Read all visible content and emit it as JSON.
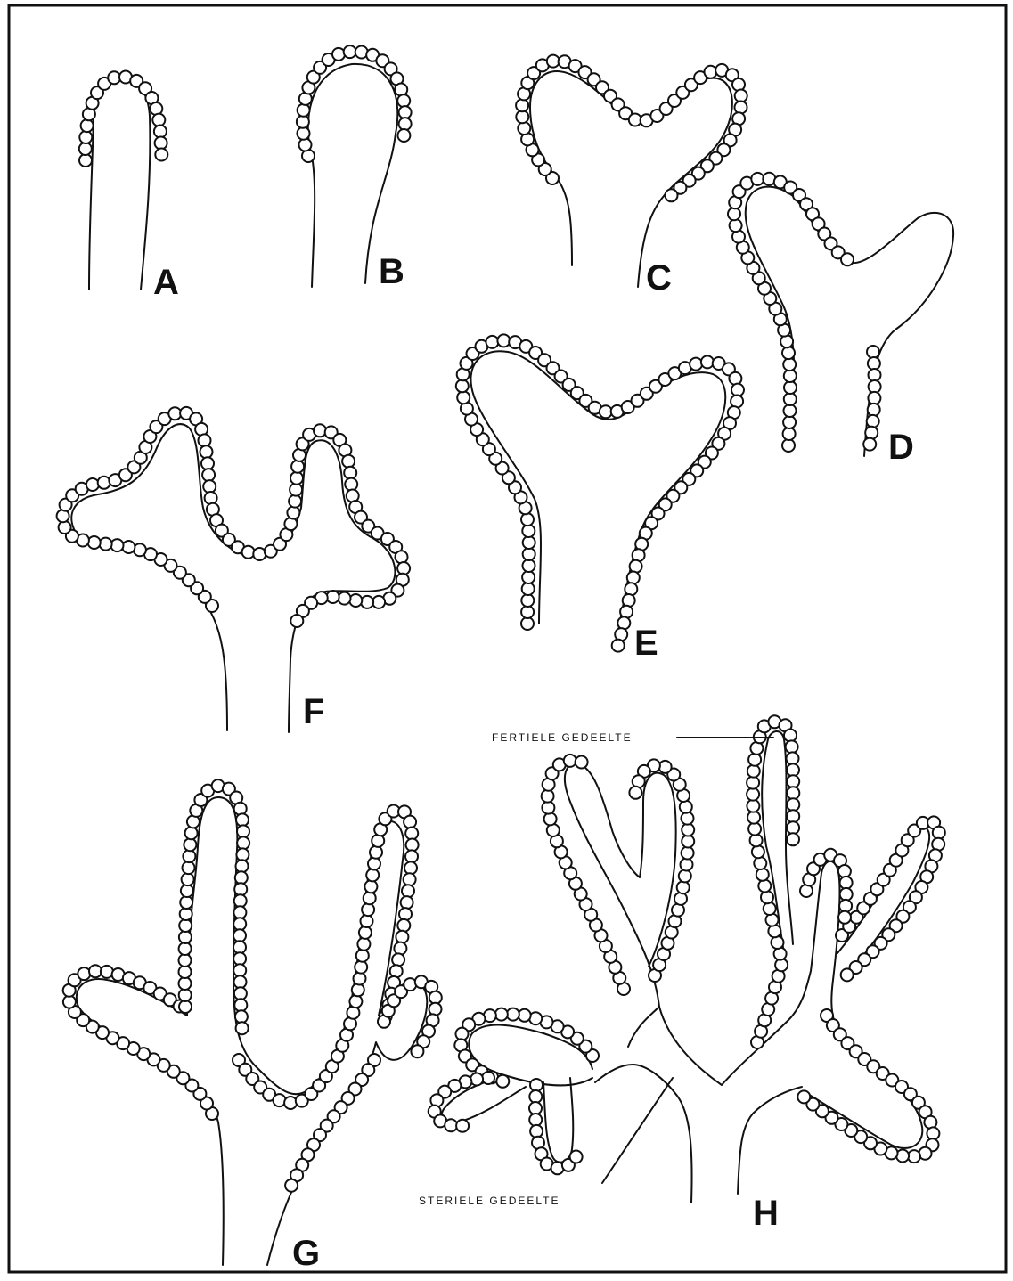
{
  "figure": {
    "stages": [
      {
        "key": "a",
        "label": "A"
      },
      {
        "key": "b",
        "label": "B"
      },
      {
        "key": "c",
        "label": "C"
      },
      {
        "key": "d",
        "label": "D"
      },
      {
        "key": "e",
        "label": "E"
      },
      {
        "key": "f",
        "label": "F"
      },
      {
        "key": "g",
        "label": "G"
      },
      {
        "key": "h",
        "label": "H"
      }
    ],
    "annotations": {
      "fertile": "FERTIELE GEDEELTE",
      "sterile": "STERIELE GEDEELTE"
    },
    "colors": {
      "line": "#111111",
      "background": "#ffffff"
    }
  }
}
